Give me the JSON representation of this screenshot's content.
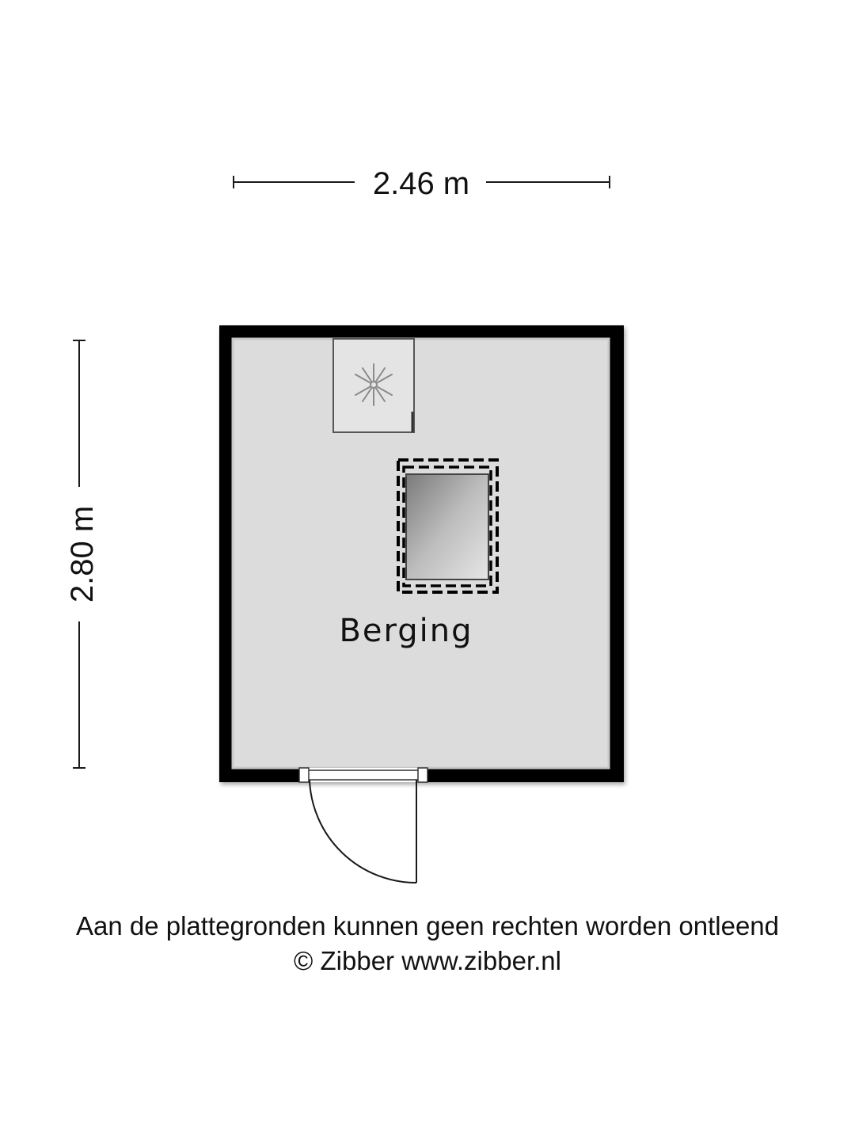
{
  "dimensions": {
    "width_label": "2.46 m",
    "height_label": "2.80 m"
  },
  "room": {
    "name": "Berging"
  },
  "footer": {
    "disclaimer": "Aan de plattegronden kunnen geen rechten worden ontleend",
    "copyright": "© Zibber www.zibber.nl"
  },
  "colors": {
    "wall": "#000000",
    "floor": "#dcdcdc",
    "line": "#1a1a1a"
  },
  "icons": {
    "fixture": "ventilation-fan-icon",
    "hatch": "roof-hatch-icon",
    "door": "door-swing-icon"
  }
}
